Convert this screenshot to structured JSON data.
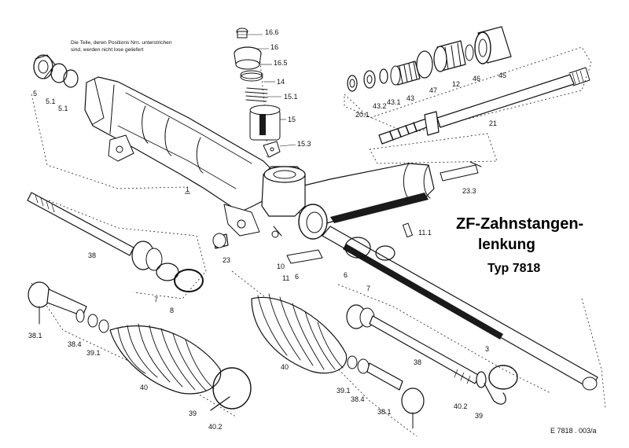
{
  "title": {
    "line1": "ZF-Zahnstangen-",
    "line2": "lenkung",
    "line3": "Typ 7818"
  },
  "note": {
    "line1": "Die Teile, deren Positions Nrn. unterstrichen",
    "line2": "sind, werden nicht lose geliefert"
  },
  "drawing_code": "E 7818 . 003/a",
  "labels": {
    "p5": "5",
    "p5_1a": "5.1",
    "p5_1b": "5.1",
    "p1": "1",
    "p16_6": "16.6",
    "p16": "16",
    "p16_5": "16.5",
    "p14": "14",
    "p15_1": "15.1",
    "p15": "15",
    "p15_3": "15.3",
    "p20_1": "20.1",
    "p43_2": "43.2",
    "p43_1": "43.1",
    "p43": "43",
    "p47": "47",
    "p12": "12",
    "p46": "46",
    "p45": "45",
    "p21": "21",
    "p23_3": "23.3",
    "p11_1": "11.1",
    "p38a": "38",
    "p7a": "7",
    "p8": "8",
    "p23": "23",
    "p10": "10",
    "p11": "11",
    "p6a": "6",
    "p7b": "7",
    "p6b": "6",
    "p38_1a": "38.1",
    "p38_4a": "38.4",
    "p39_1a": "39.1",
    "p40a": "40",
    "p39a": "39",
    "p40_2a": "40.2",
    "p40b": "40",
    "p39_1b": "39.1",
    "p38_4b": "38.4",
    "p38_1b": "38.1",
    "p38b": "38",
    "p3": "3",
    "p40_2b": "40.2",
    "p39b": "39"
  }
}
